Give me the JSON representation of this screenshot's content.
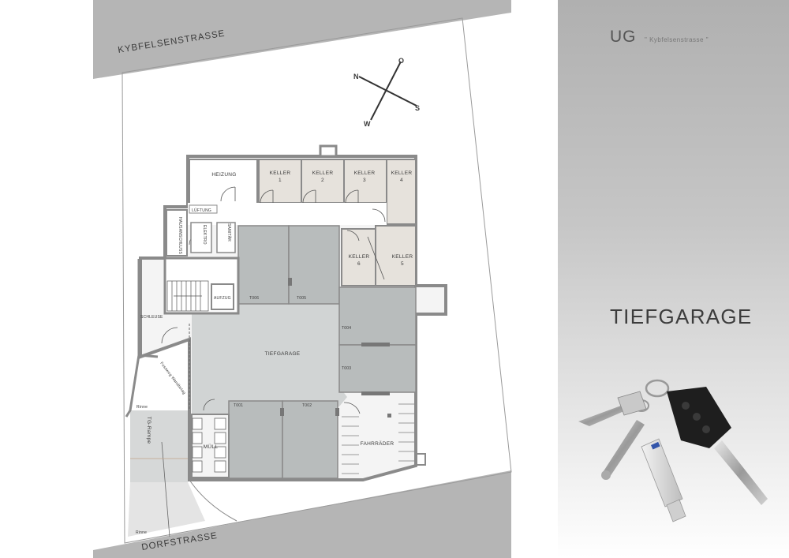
{
  "sidebar": {
    "level_label": "UG",
    "street_note": "\" Kybfelsenstrasse \"",
    "section_title": "TIEFGARAGE"
  },
  "streets": {
    "north": "KYBFELSENSTRASSE",
    "south": "DORFSTRASSE"
  },
  "compass": {
    "n": "N",
    "o": "O",
    "s": "S",
    "w": "W"
  },
  "rooms": {
    "heizung": "HEIZUNG",
    "keller_label": "KELLER",
    "keller_1": "1",
    "keller_2": "2",
    "keller_3": "3",
    "keller_4": "4",
    "keller_5": "5",
    "keller_6": "6",
    "tiefgarage": "TIEFGARAGE",
    "fahrraeder": "FAHRRÄDER",
    "muell": "MÜLL",
    "aufzug": "AUFZUG",
    "schleuse": "SCHLEUSE",
    "hausanschluss": "HAUSANSCHLUSS",
    "lueftung": "LÜFTUNG",
    "elektro": "ELEKTRO",
    "sanitaer": "SANITÄR",
    "rampe": "TG-Rampe",
    "rinne": "Rinne",
    "rinne2": "Rinne",
    "pfad": "Fussweg Wandbelag"
  },
  "parking": {
    "t001": "T001",
    "t002": "T002",
    "t003": "T003",
    "t004": "T004",
    "t005": "T005",
    "t006": "T006"
  },
  "colors": {
    "street_band": "#b5b5b5",
    "wall": "#8a8a8a",
    "parking_bay": "#b8bcbc",
    "drive_aisle": "#d1d4d4",
    "cellar": "#e6e2dc"
  }
}
